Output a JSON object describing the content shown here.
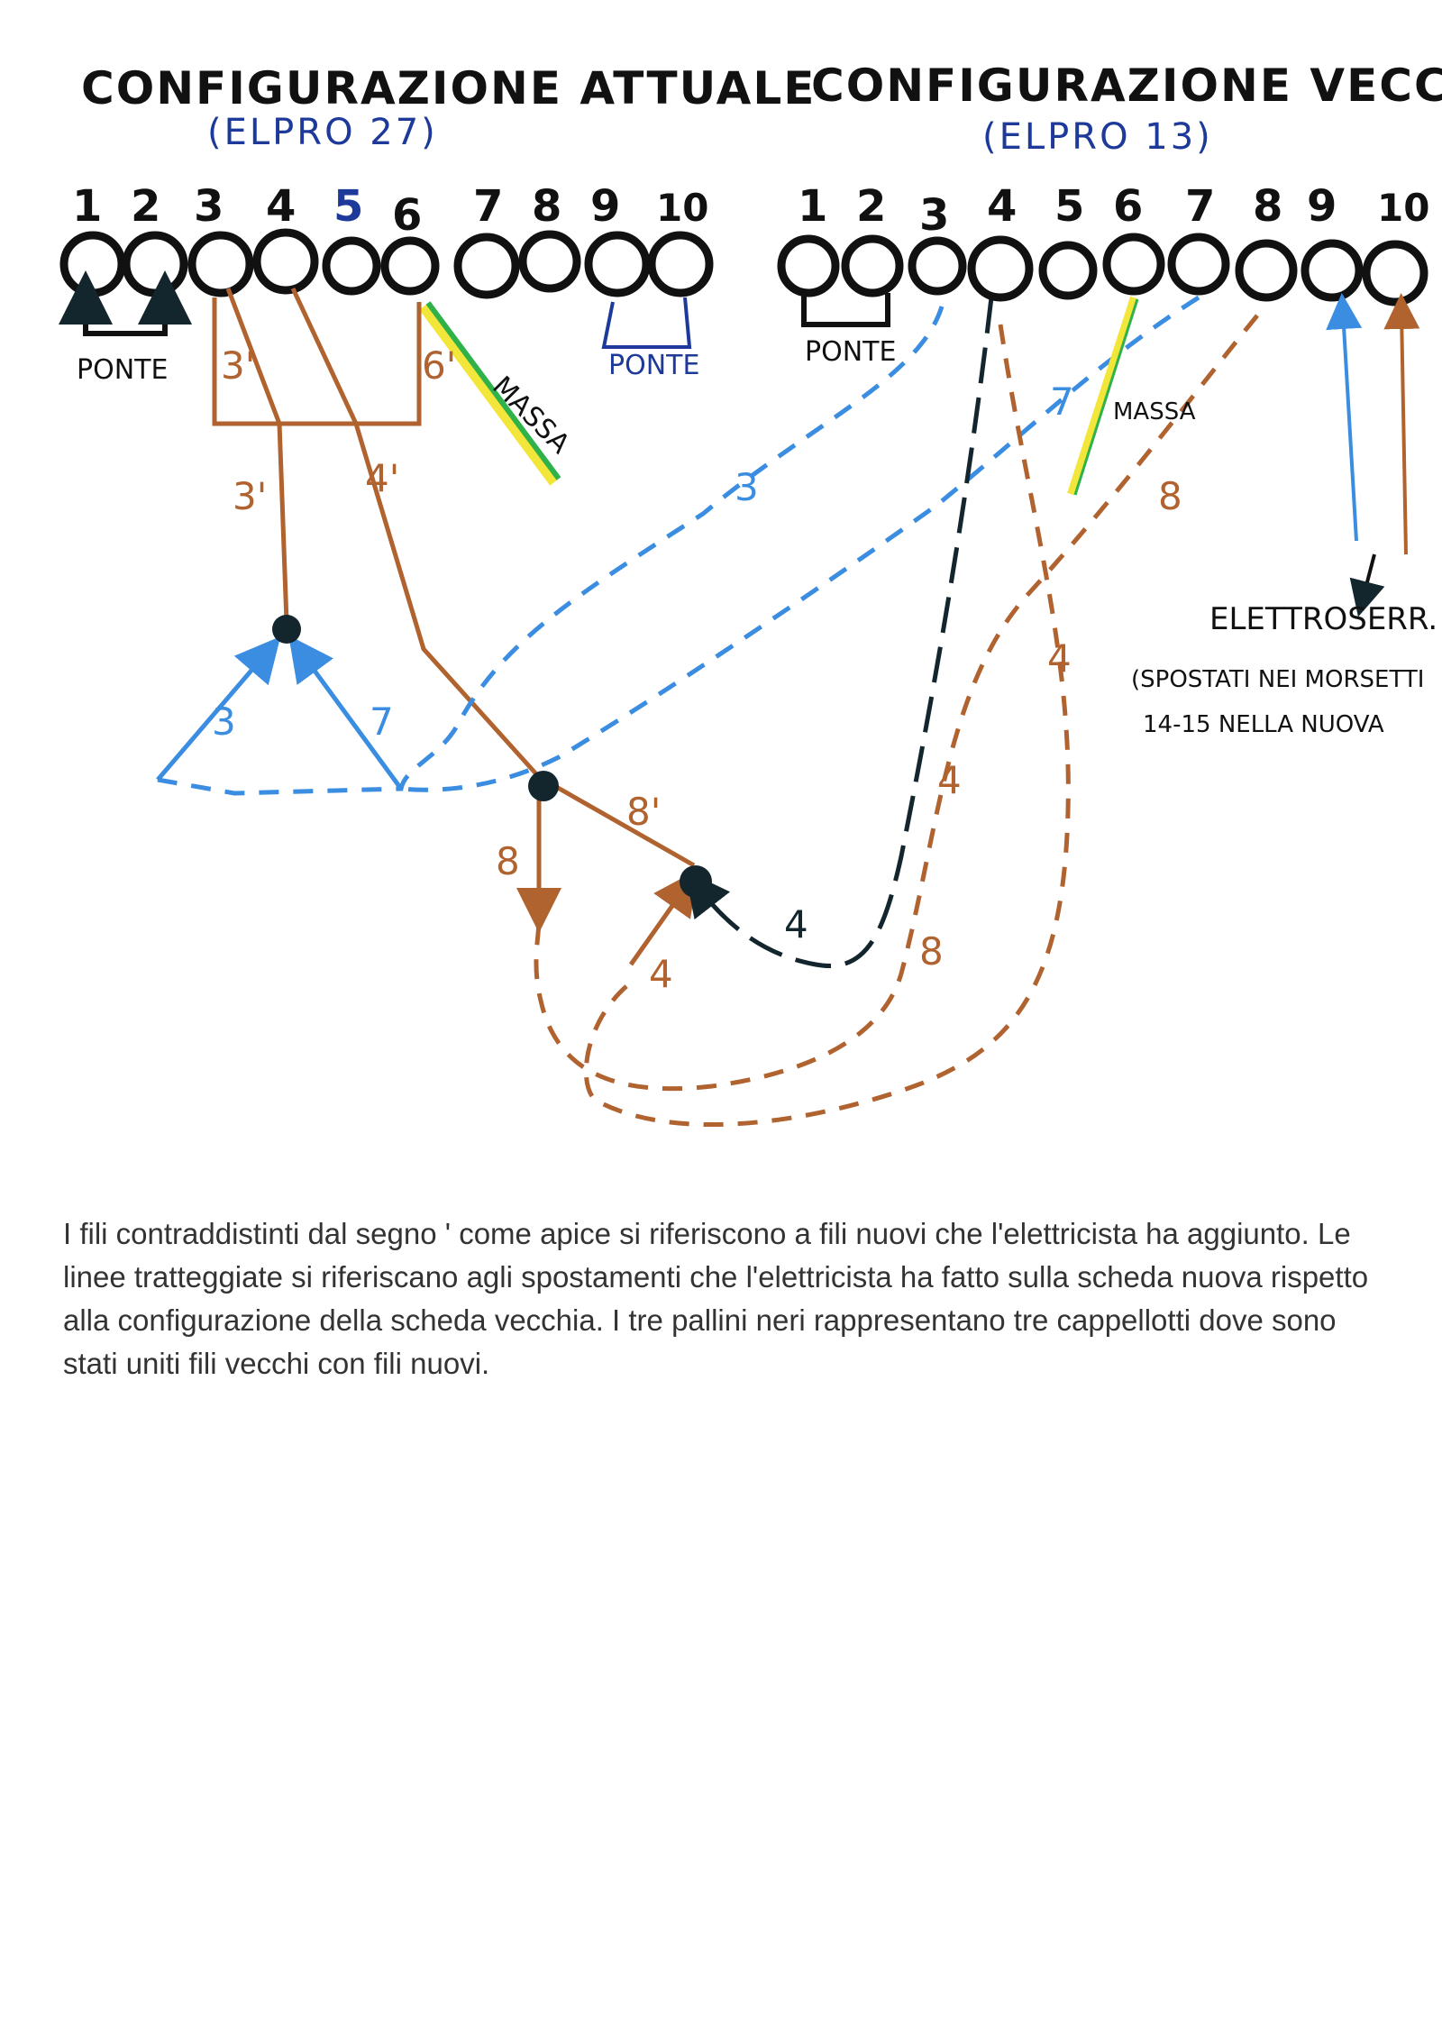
{
  "left_config": {
    "title": "CONFIGURAZIONE ATTUALE",
    "subtitle": "(ELPRO 27)",
    "terminals": [
      "1",
      "2",
      "3",
      "4",
      "5",
      "6",
      "7",
      "8",
      "9",
      "10"
    ],
    "bridge_label_1": "PONTE",
    "bridge_label_2": "PONTE",
    "ground_label": "MASSA"
  },
  "right_config": {
    "title": "CONFIGURAZIONE VECCHIA",
    "subtitle": "(ELPRO 13)",
    "terminals": [
      "1",
      "2",
      "3",
      "4",
      "5",
      "6",
      "7",
      "8",
      "9",
      "10"
    ],
    "bridge_label": "PONTE",
    "ground_label": "MASSA",
    "lock_label": "ELETTROSERR.",
    "lock_note_1": "(SPOSTATI NEI MORSETTI",
    "lock_note_2": "14-15 NELLA NUOVA"
  },
  "wire_labels": {
    "w3p_a": "3'",
    "w3p_b": "3'",
    "w6p": "6'",
    "w4p": "4'",
    "w8p": "8'",
    "w3": "3",
    "w7": "7",
    "w8": "8",
    "w4": "4",
    "junction_3": "3",
    "junction_7": "7",
    "junction_8": "8",
    "junction_4": "4",
    "w4_dark": "4",
    "w4_dashed": "4",
    "w8_dashed": "8",
    "w4_dashed_b": "4"
  },
  "caption": "I fili contraddistinti dal segno ' come apice si riferiscono a fili nuovi che l'elettricista ha aggiunto. Le linee tratteggiate si riferiscano agli spostamenti che l'elettricista ha fatto sulla scheda nuova rispetto alla configurazione della scheda vecchia. I tre pallini neri rappresentano tre cappellotti dove sono stati uniti fili vecchi con fili nuovi.",
  "colors": {
    "blue": "#3a8de0",
    "brown": "#b0622f",
    "dark": "#13262e",
    "green": "#2fb24a",
    "yellow": "#f2e63a",
    "ink": "#111111"
  }
}
